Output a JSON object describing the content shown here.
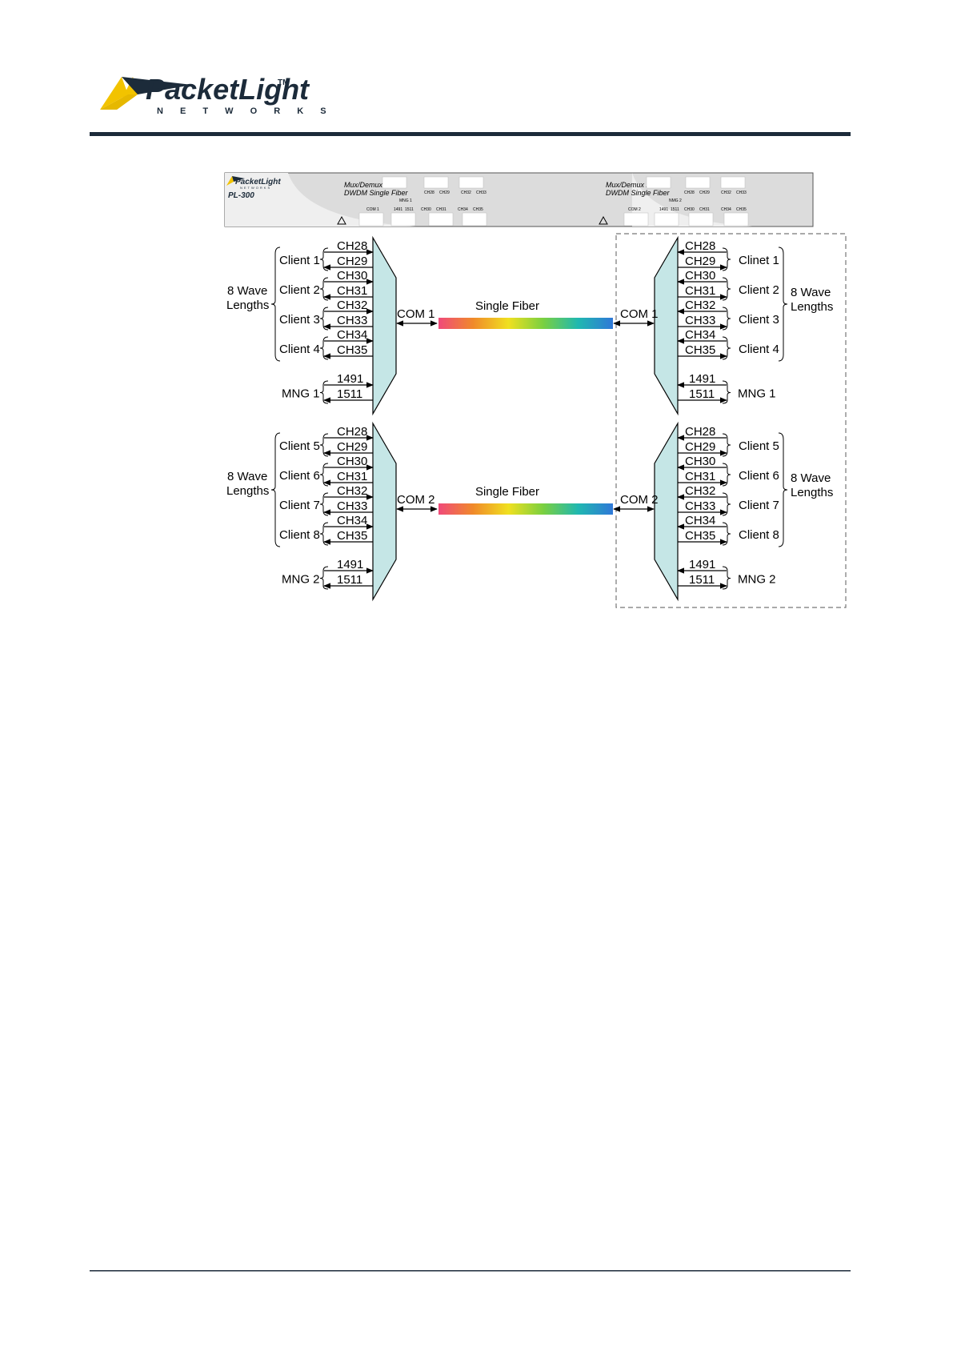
{
  "header": {
    "brand_name": "PacketLight",
    "trademark": "TM",
    "brand_sub": "N  E  T  W  O  R  K  S",
    "color_rule": "#1c2b3a",
    "color_logo_yellow": "#f2c300"
  },
  "panel": {
    "brand_name": "PacketLight",
    "brand_sub": "NETWORKS",
    "model": "PL-300",
    "color_bg": "#d9d9d9",
    "color_swoosh": "#c6c6c6",
    "modules": [
      {
        "title": "Mux/Demux 1",
        "subtitle": "DWDM Single Fiber",
        "mng": "MNG 1",
        "com": "COM 1",
        "mng_ports": [
          "1491",
          "1511"
        ],
        "top_ports": [
          "CH28",
          "CH29",
          "CH32",
          "CH33"
        ],
        "bottom_ports": [
          "CH30",
          "CH31",
          "CH34",
          "CH35"
        ]
      },
      {
        "title": "Mux/Demux 2",
        "subtitle": "DWDM Single Fiber",
        "mng": "NMG 2",
        "com": "COM 2",
        "mng_ports": [
          "1491",
          "1511"
        ],
        "top_ports": [
          "CH28",
          "CH29",
          "CH32",
          "CH33"
        ],
        "bottom_ports": [
          "CH30",
          "CH31",
          "CH34",
          "CH35"
        ]
      }
    ]
  },
  "diagram": {
    "color_mux": "#c5e6e6",
    "channels": [
      "CH28",
      "CH29",
      "CH30",
      "CH31",
      "CH32",
      "CH33",
      "CH34",
      "CH35"
    ],
    "mng_channels": [
      "1491",
      "1511"
    ],
    "fiber_label": "Single Fiber",
    "fiber_colors": [
      "#f04a7a",
      "#f08a2a",
      "#f0e020",
      "#7ad040",
      "#20b8b0",
      "#2f78d8"
    ],
    "group_label": [
      "8 Wave",
      "Lengths"
    ],
    "sections": [
      {
        "com_left": "COM 1",
        "com_right": "COM 1",
        "clients_left": [
          "Client 1",
          "Client 2",
          "Client 3",
          "Client 4"
        ],
        "clients_right": [
          "Clinet 1",
          "Client 2",
          "Client 3",
          "Client 4"
        ],
        "mng_left": "MNG 1",
        "mng_right": "MNG 1"
      },
      {
        "com_left": "COM 2",
        "com_right": "COM 2",
        "clients_left": [
          "Client 5",
          "Client 6",
          "Client 7",
          "Client 8"
        ],
        "clients_right": [
          "Client 5",
          "Client 6",
          "Client 7",
          "Client 8"
        ],
        "mng_left": "MNG 2",
        "mng_right": "MNG 2"
      }
    ]
  }
}
